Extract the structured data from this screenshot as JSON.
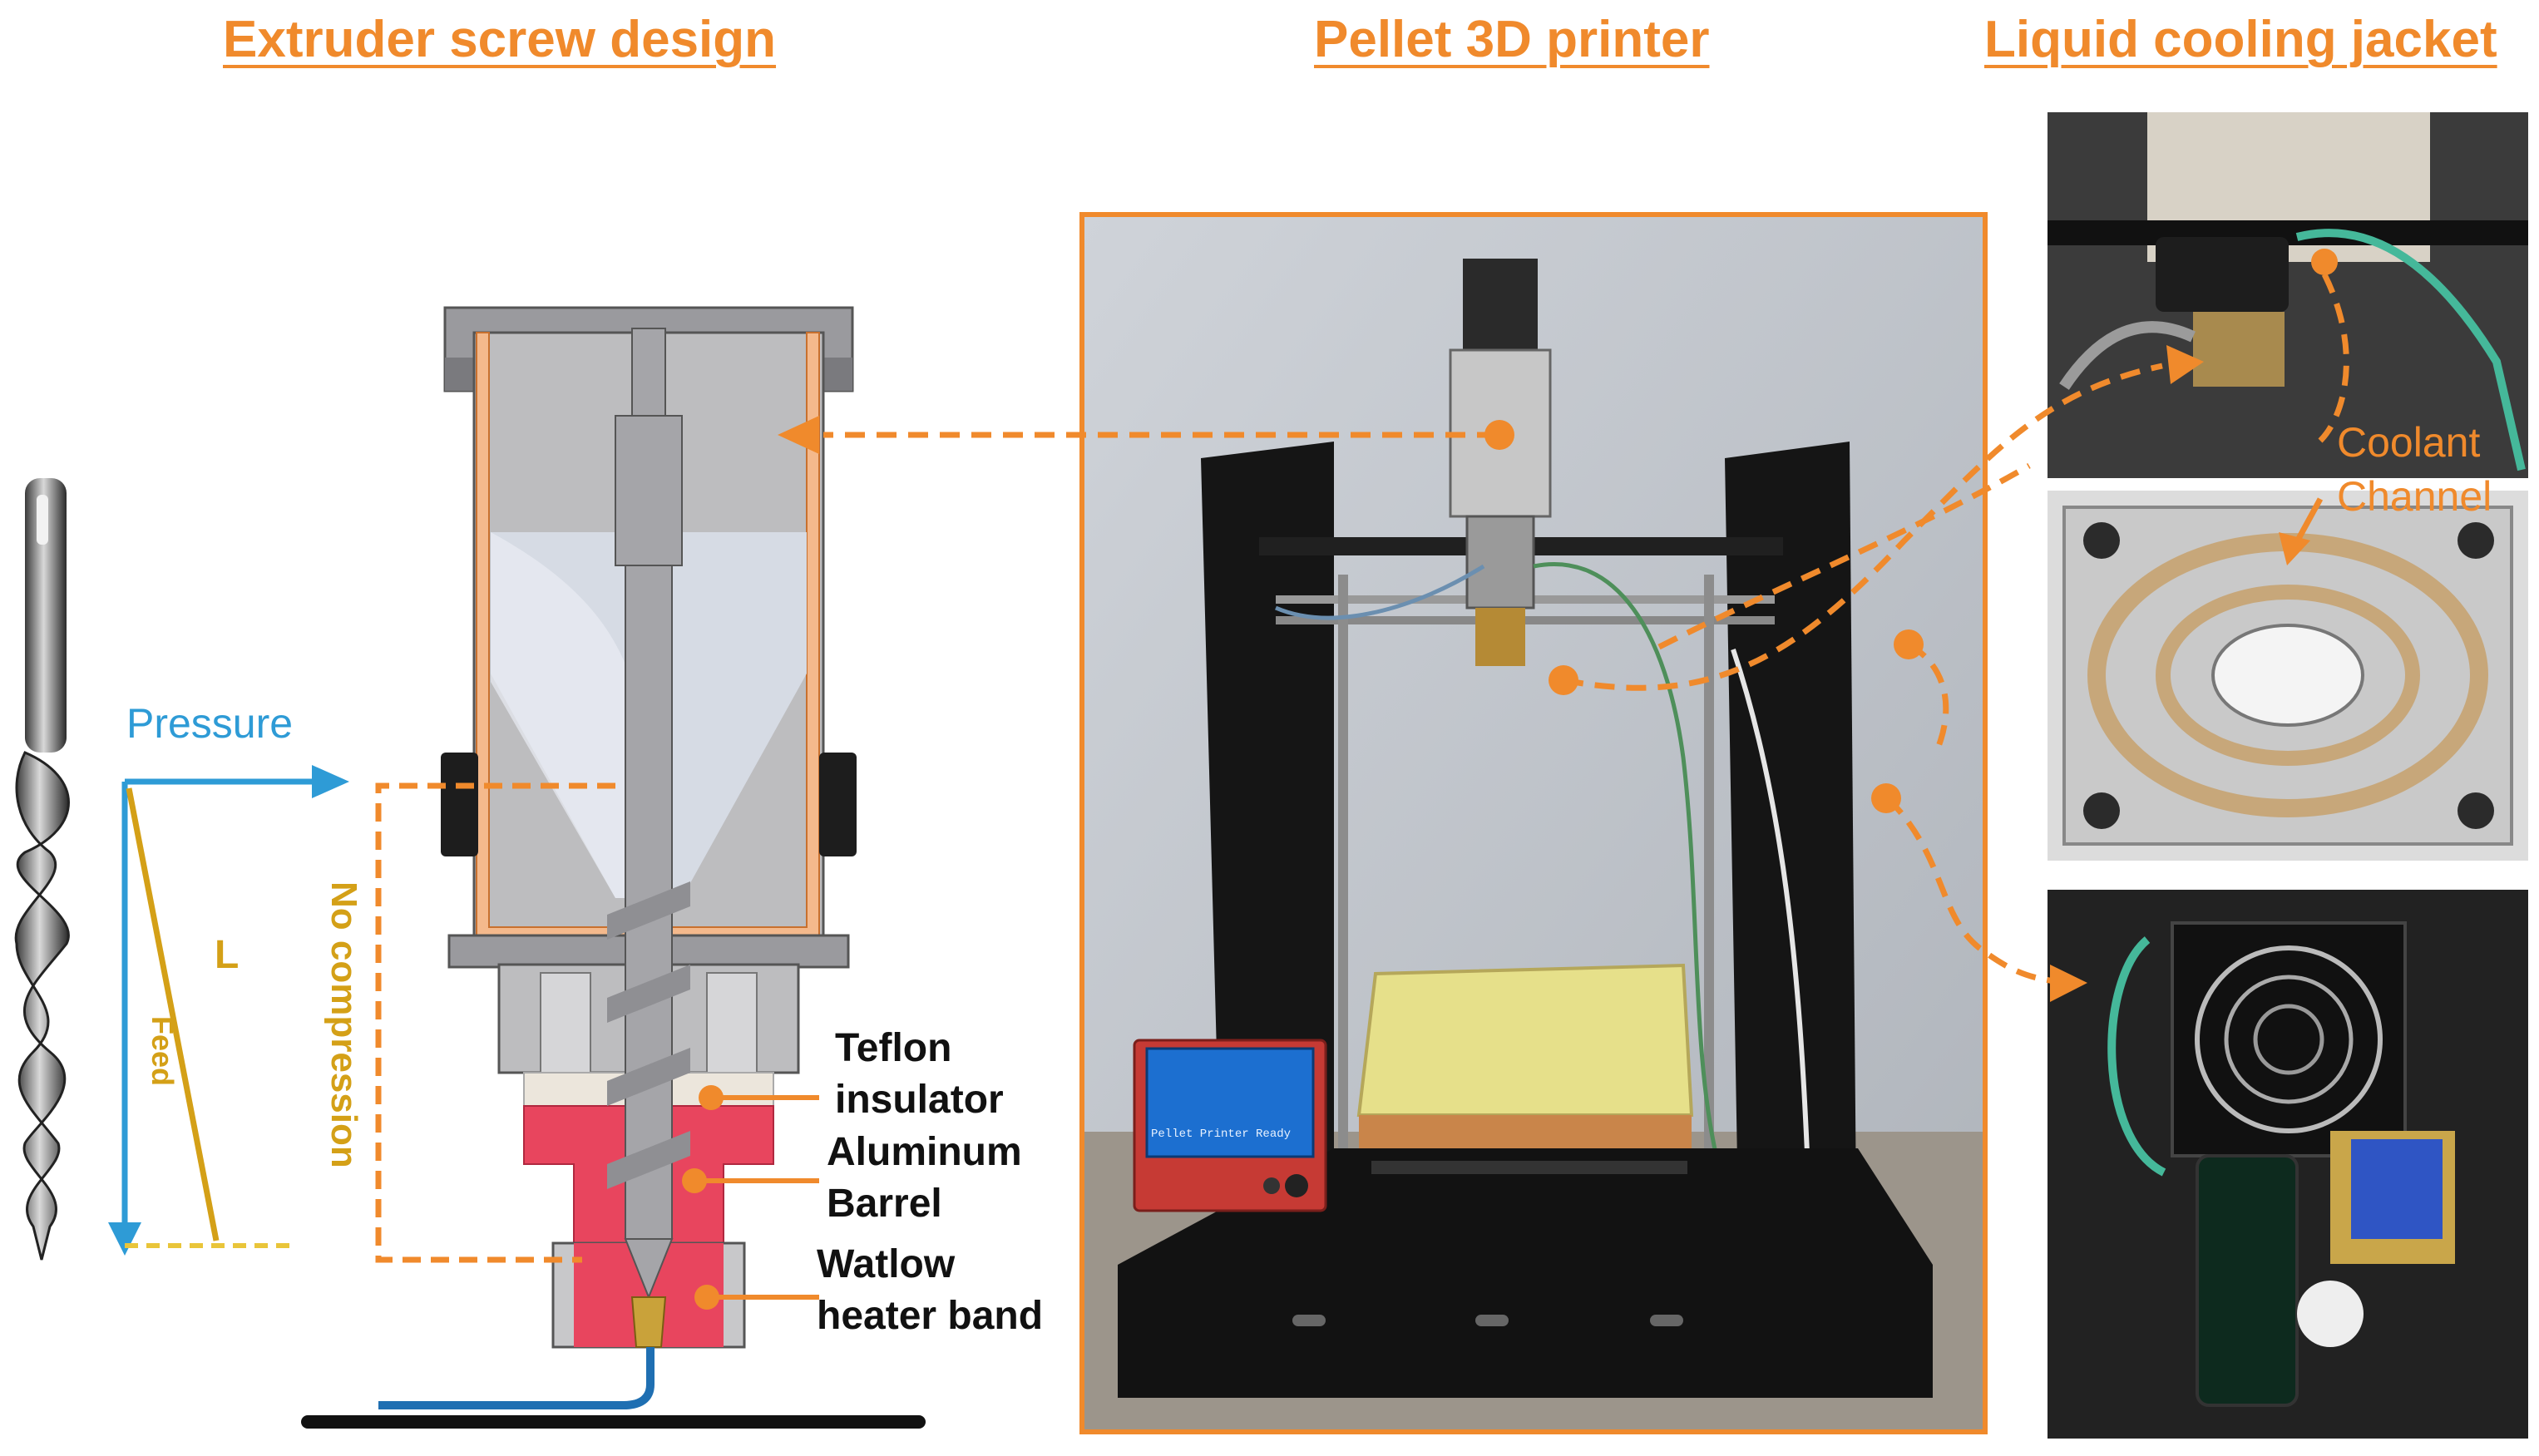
{
  "titles": {
    "extruder": "Extruder screw design",
    "printer": "Pellet 3D printer",
    "jacket": "Liquid cooling jacket"
  },
  "labels": {
    "pressure": "Pressure",
    "l": "L",
    "feed": "Feed",
    "no_compression": "No compression",
    "teflon_1": "Teflon",
    "teflon_2": "insulator",
    "aluminum_1": "Aluminum",
    "aluminum_2": "Barrel",
    "watlow_1": "Watlow",
    "watlow_2": "heater band",
    "coolant_1": "Coolant",
    "coolant_2": "Channel",
    "lcd_line_1": "Pellet Printer Ready"
  },
  "colors": {
    "accent_orange": "#F08A2C",
    "pressure_blue": "#2E9BD6",
    "feed_gold": "#D4A017",
    "heater_red": "#E8455E",
    "jacket_copper": "#F4B98C",
    "barrel_grey": "#B9B9BD",
    "dark_grey": "#7A7A7E"
  }
}
